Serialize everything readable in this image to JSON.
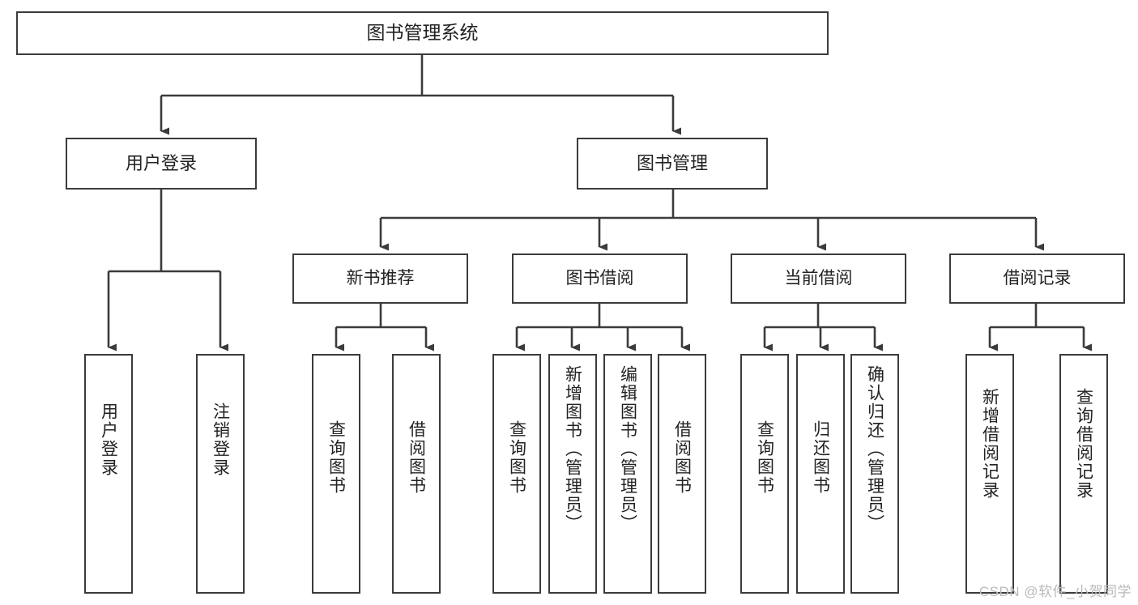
{
  "diagram": {
    "type": "tree-hierarchy",
    "title": "图书管理系统",
    "colors": {
      "background": "#ffffff",
      "box_border": "#3b3b3b",
      "box_fill": "#ffffff",
      "connector": "#3b3b3b",
      "text": "#222222",
      "watermark": "#b9b9b9"
    },
    "root": {
      "label": "图书管理系统"
    },
    "level2": [
      {
        "label": "用户登录"
      },
      {
        "label": "图书管理"
      }
    ],
    "level3": [
      {
        "label": "新书推荐"
      },
      {
        "label": "图书借阅"
      },
      {
        "label": "当前借阅"
      },
      {
        "label": "借阅记录"
      }
    ],
    "leaves": {
      "user_login": [
        {
          "label": "用户登录"
        },
        {
          "label": "注销登录"
        }
      ],
      "new_book_recommend": [
        {
          "label": "查询图书"
        },
        {
          "label": "借阅图书"
        }
      ],
      "book_borrow": [
        {
          "label": "查询图书"
        },
        {
          "label": "新增图书（管理员）"
        },
        {
          "label": "编辑图书（管理员）"
        },
        {
          "label": "借阅图书"
        }
      ],
      "current_borrow": [
        {
          "label": "查询图书"
        },
        {
          "label": "归还图书"
        },
        {
          "label": "确认归还（管理员）"
        }
      ],
      "borrow_record": [
        {
          "label": "新增借阅记录"
        },
        {
          "label": "查询借阅记录"
        }
      ]
    }
  },
  "watermark": {
    "text": "CSDN @软件_小贺同学"
  }
}
